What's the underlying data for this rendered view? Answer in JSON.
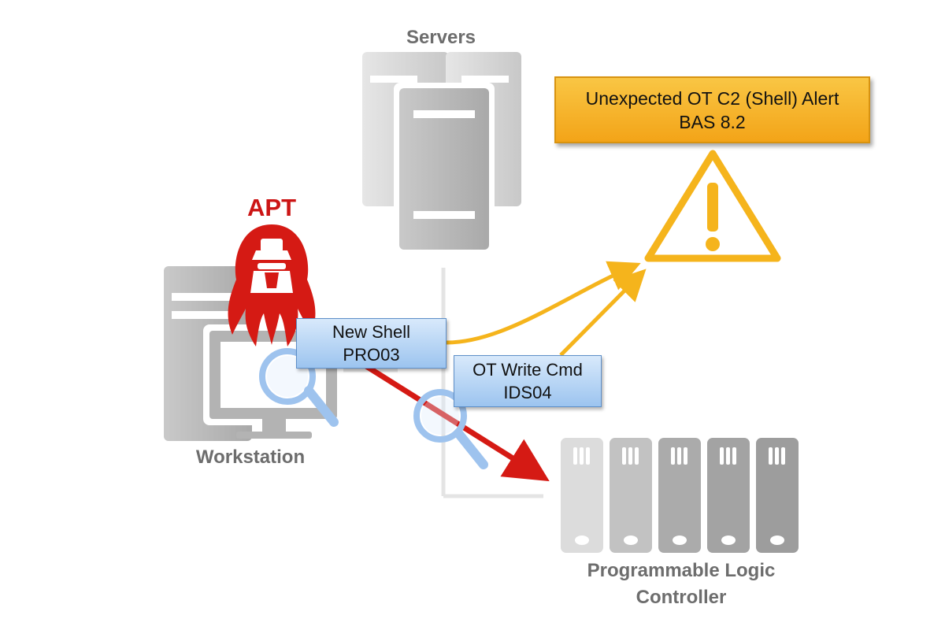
{
  "nodes": {
    "servers": {
      "label": "Servers",
      "icon": "server-rack-icon"
    },
    "workstation": {
      "label": "Workstation",
      "icon": "desktop-computer-icon"
    },
    "plc": {
      "label_line1": "Programmable Logic",
      "label_line2": "Controller",
      "icon": "plc-module-icon",
      "module_count": 5
    },
    "apt": {
      "label": "APT",
      "icon": "hooded-hacker-icon"
    }
  },
  "alert": {
    "line1": "Unexpected OT C2 (Shell) Alert",
    "line2": "BAS 8.2",
    "icon": "warning-triangle-icon"
  },
  "detections": [
    {
      "line1": "New Shell",
      "line2": "PRO03",
      "icon": "magnifier-icon"
    },
    {
      "line1": "OT Write Cmd",
      "line2": "IDS04",
      "icon": "magnifier-icon"
    }
  ],
  "edges": [
    {
      "from": "workstation",
      "to": "plc",
      "type": "attack"
    },
    {
      "from": "New Shell",
      "to": "alert",
      "type": "escalation"
    },
    {
      "from": "OT Write Cmd",
      "to": "alert",
      "type": "escalation"
    }
  ],
  "colors": {
    "attack": "#d51a14",
    "alert": "#f5b41c",
    "detection": "#a9ccf2",
    "device": "#b8b8b8",
    "label": "#6d6d6d"
  }
}
